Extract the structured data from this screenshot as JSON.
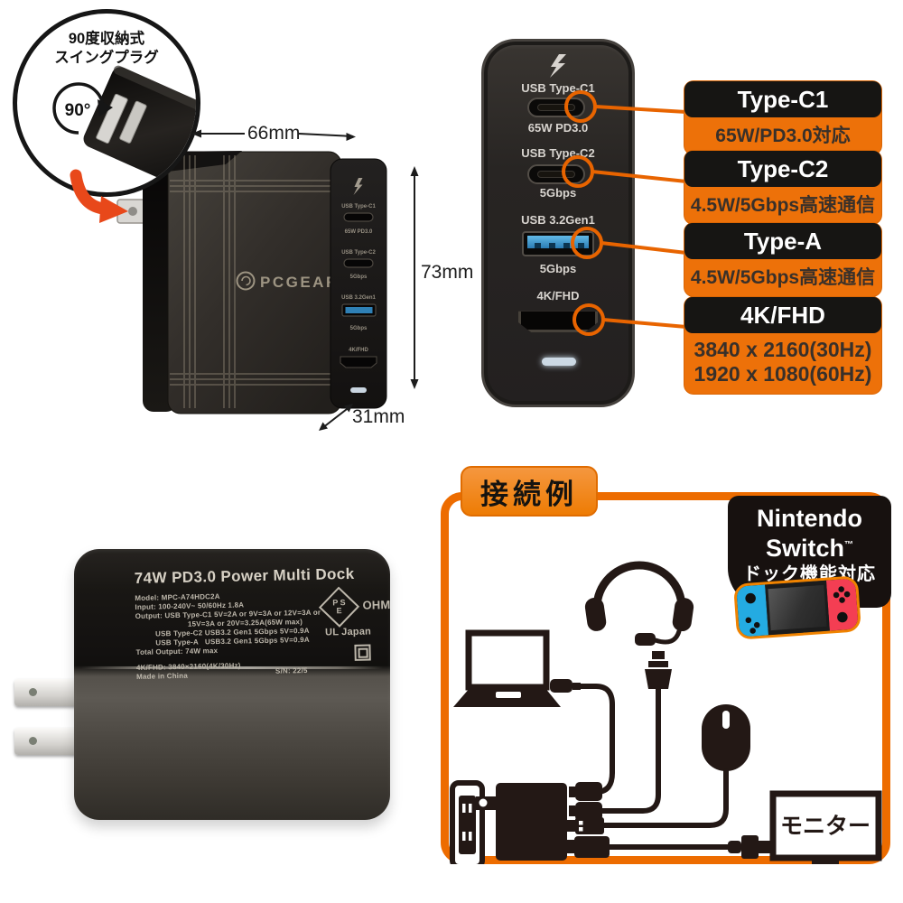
{
  "swing_callout": {
    "line1": "90度収納式",
    "line2": "スイングプラグ",
    "angle": "90°"
  },
  "dimensions": {
    "width": "66mm",
    "height": "73mm",
    "depth": "31mm"
  },
  "product": {
    "brand": "PCGEAR"
  },
  "ports_panel": {
    "c1_label": "USB Type-C1",
    "c1_spec": "65W PD3.0",
    "c2_label": "USB Type-C2",
    "c2_spec": "5Gbps",
    "a_label": "USB 3.2Gen1",
    "a_spec": "5Gbps",
    "hdmi_label": "4K/FHD"
  },
  "callouts": [
    {
      "title": "Type-C1",
      "line1": "65W/PD3.0対応"
    },
    {
      "title": "Type-C2",
      "line1": "4.5W/5Gbps高速通信"
    },
    {
      "title": "Type-A",
      "line1": "4.5W/5Gbps高速通信"
    },
    {
      "title": "4K/FHD",
      "line1": "3840 x 2160(30Hz)",
      "line2": "1920 x 1080(60Hz)"
    }
  ],
  "label_plate": {
    "title": "74W PD3.0 Power Multi Dock",
    "model": "Model: MPC-A74HDC2A",
    "input": "Input: 100-240V~ 50/60Hz 1.8A",
    "output1": "Output: USB Type-C1 5V=2A or 9V=3A or 12V=3A or",
    "output2": "15V=3A or 20V=3.25A(65W max)",
    "output3": "USB Type-C2 USB3.2 Gen1 5Gbps 5V=0.9A",
    "output4": "USB Type-A   USB3.2 Gen1 5Gbps 5V=0.9A",
    "total": "Total Output: 74W max",
    "resolution": "4K/FHD: 3840×2160(4K/30Hz)",
    "made": "Made in China",
    "serial": "S/N: 22/5",
    "pse_top": "P S",
    "pse_bottom": "E",
    "ohm": "OHM",
    "ul": "UL Japan"
  },
  "connection": {
    "title": "接続例",
    "nintendo_line1": "Nintendo",
    "nintendo_line2": "Switch",
    "tm": "™",
    "nintendo_line3": "ドック機能対応",
    "monitor": "モニター"
  },
  "colors": {
    "accent_orange": "#ED7109",
    "line_orange": "#E86400",
    "section_border": "#ED6C00",
    "arrow_red": "#E8481A",
    "switch_blue": "#24ABE2",
    "switch_red": "#F43E53",
    "usb_blue": "#3B93C9"
  }
}
